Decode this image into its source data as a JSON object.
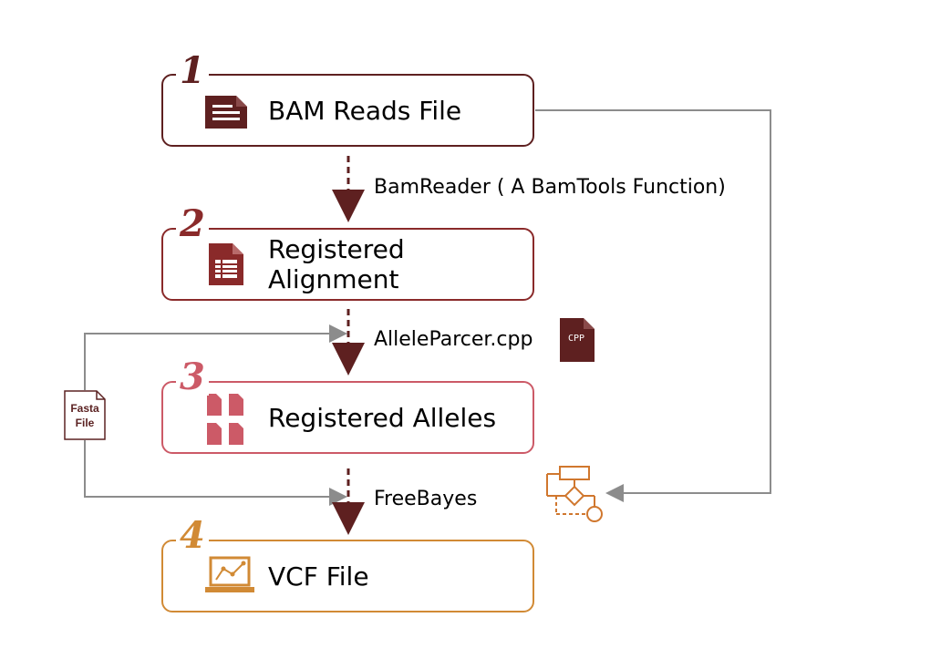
{
  "steps": [
    {
      "number": "1",
      "label": "BAM Reads File",
      "color": "#5e2020",
      "icon": "document-lines-icon"
    },
    {
      "number": "2",
      "label": "Registered Alignment",
      "color": "#8a2a2a",
      "icon": "spreadsheet-file-icon"
    },
    {
      "number": "3",
      "label": "Registered Alleles",
      "color": "#cc5a67",
      "icon": "multiple-files-icon"
    },
    {
      "number": "4",
      "label": "VCF File",
      "color": "#d18a35",
      "icon": "laptop-chart-icon"
    }
  ],
  "edges": [
    {
      "label": "BamReader ( A BamTools Function)"
    },
    {
      "label": "AlleleParcer.cpp",
      "icon": "cpp-file-icon",
      "icon_text": "CPP"
    },
    {
      "label": "FreeBayes"
    }
  ],
  "side_inputs": {
    "fasta": {
      "label_line1": "Fasta",
      "label_line2": "File",
      "icon": "fasta-file-icon"
    },
    "flowchart_icon": "flowchart-icon"
  },
  "colors": {
    "arrow": "#5e2020",
    "connector": "#8c8c8c",
    "flowchart": "#d0772e"
  }
}
